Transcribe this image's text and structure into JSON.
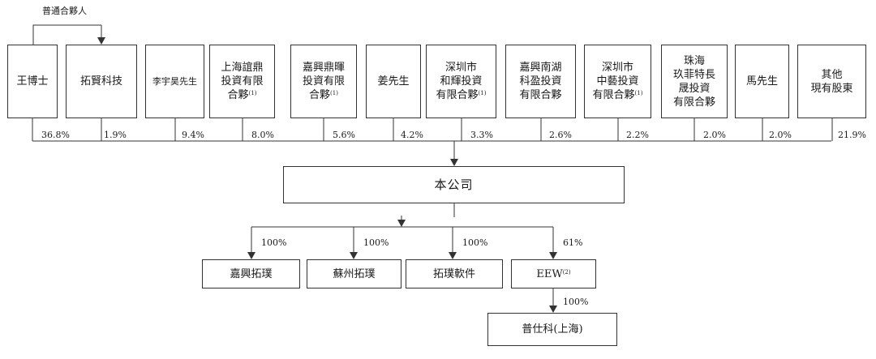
{
  "general_partner_label": "普通合夥人",
  "shareholders": [
    {
      "lines": [
        "王博士"
      ],
      "pct": "36.8%"
    },
    {
      "lines": [
        "拓賢科技"
      ],
      "pct": "1.9%"
    },
    {
      "lines": [
        "李宇昊先生"
      ],
      "pct": "9.4%"
    },
    {
      "lines": [
        "上海誼鼎",
        "投資有限",
        "合夥"
      ],
      "note": "(1)",
      "pct": "8.0%"
    },
    {
      "lines": [
        "嘉興鼎暉",
        "投資有限",
        "合夥"
      ],
      "note": "(1)",
      "pct": "5.6%"
    },
    {
      "lines": [
        "姜先生"
      ],
      "pct": "4.2%"
    },
    {
      "lines": [
        "深圳市",
        "和輝投資",
        "有限合夥"
      ],
      "note": "(1)",
      "pct": "3.3%"
    },
    {
      "lines": [
        "嘉興南湖",
        "科盈投資",
        "有限合夥"
      ],
      "pct": "2.6%"
    },
    {
      "lines": [
        "深圳市",
        "中藝投資",
        "有限合夥"
      ],
      "note": "(1)",
      "pct": "2.2%"
    },
    {
      "lines": [
        "珠海",
        "玖菲特長",
        "晟投資",
        "有限合夥"
      ],
      "pct": "2.0%"
    },
    {
      "lines": [
        "馬先生"
      ],
      "pct": "2.0%"
    },
    {
      "lines": [
        "其他",
        "現有股東"
      ],
      "pct": "21.9%"
    }
  ],
  "company": {
    "label": "本公司"
  },
  "subsidiaries": [
    {
      "label": "嘉興拓璞",
      "pct": "100%"
    },
    {
      "label": "蘇州拓璞",
      "pct": "100%"
    },
    {
      "label": "拓璞軟件",
      "pct": "100%"
    },
    {
      "label": "EEW",
      "note": "(2)",
      "pct": "61%"
    }
  ],
  "sub_subsidiary": {
    "label": "普仕科(上海)",
    "pct": "100%"
  },
  "colors": {
    "line": "#333333",
    "text": "#1a1a1a"
  }
}
